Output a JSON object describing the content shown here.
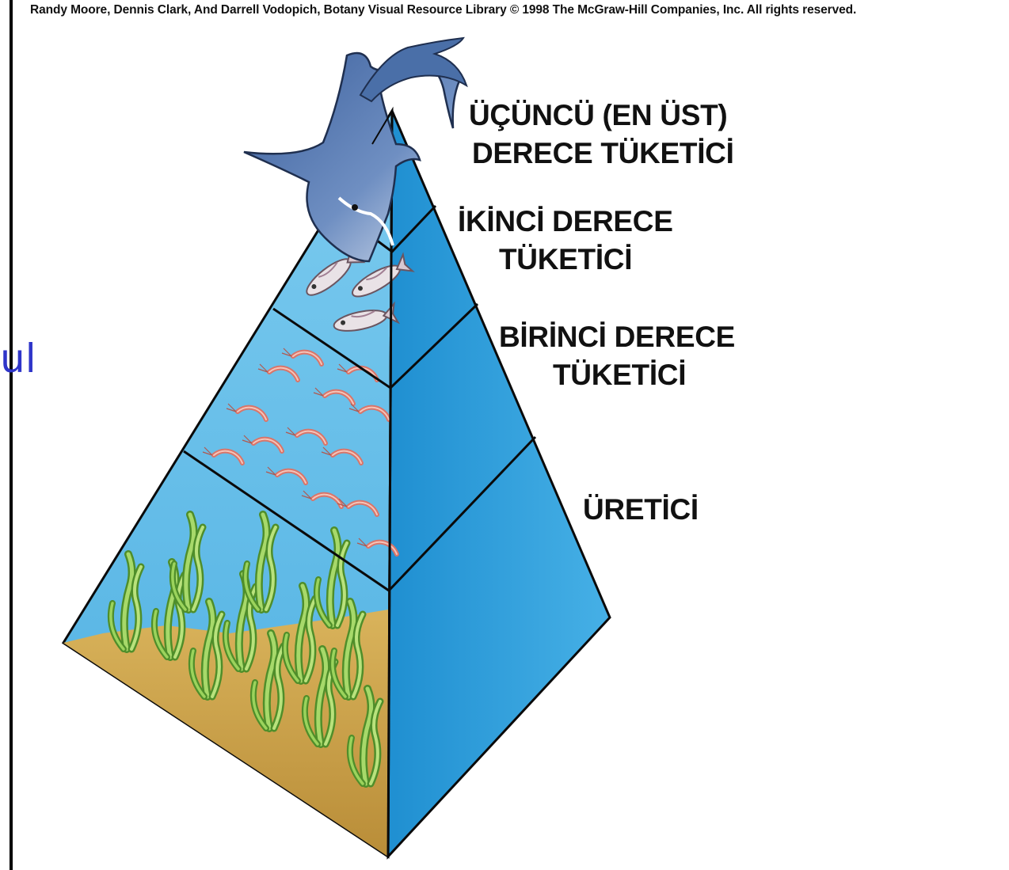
{
  "credit": "Randy Moore, Dennis Clark, And Darrell Vodopich, Botany Visual Resource Library © 1998 The McGraw-Hill Companies, Inc. All rights reserved.",
  "side_text": "ul",
  "levels": [
    {
      "line1": "ÜÇÜNCÜ (EN ÜST)",
      "line2": "DERECE TÜKETİCİ"
    },
    {
      "line1": "İKİNCİ DERECE",
      "line2": "TÜKETİCİ"
    },
    {
      "line1": "BİRİNCİ DERECE",
      "line2": "TÜKETİCİ"
    },
    {
      "line1": "ÜRETİCİ"
    }
  ],
  "colors": {
    "water_front": "#5fb9e6",
    "water_side": "#2e9ad6",
    "sand": "#c9a24e",
    "seagrass": "#7fc04a",
    "shrimp": "#e59a8e",
    "shark": "#4a6fa8",
    "side_text": "#2f35c9"
  },
  "icons": [
    "shark-icon",
    "fish-icon",
    "shrimp-icon",
    "seagrass-icon"
  ]
}
